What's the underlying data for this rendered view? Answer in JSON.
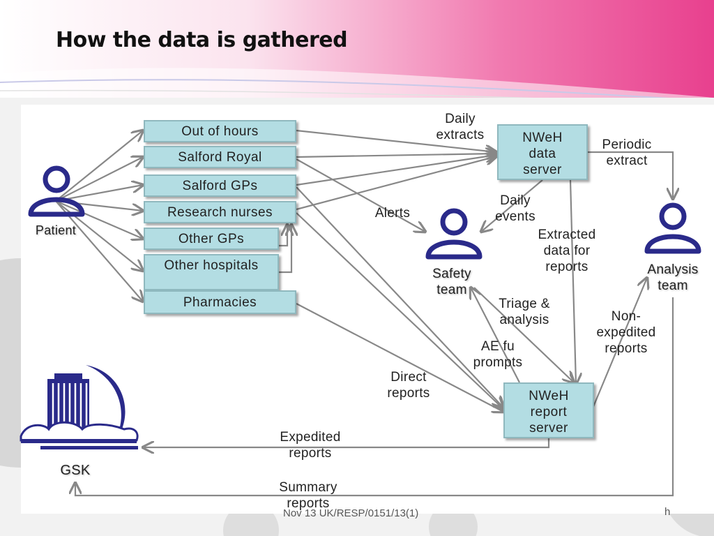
{
  "slide": {
    "title": "How the data is gathered",
    "footer_ref": "Nov 13 UK/RESP/0151/13(1)",
    "footer_page": "h"
  },
  "sources": {
    "out_of_hours": "Out of hours",
    "salford_royal": "Salford  Royal",
    "salford_gps": "Salford  GPs",
    "research_nurses": "Research nurses",
    "other_gps": "Other GPs",
    "other_hospitals": "Other hospitals",
    "pharmacies": "Pharmacies"
  },
  "servers": {
    "data_server": "NWeH\ndata\nserver",
    "report_server": "NWeH\nreport\nserver"
  },
  "actors": {
    "patient": "Patient",
    "safety_team": "Safety\nteam",
    "analysis_team": "Analysis\nteam",
    "gsk": "GSK"
  },
  "flows": {
    "daily_extracts": "Daily\nextracts",
    "periodic_extract": "Periodic\nextract",
    "alerts": "Alerts",
    "daily_events": "Daily\nevents",
    "extracted_data": "Extracted\ndata for\nreports",
    "triage": "Triage &\nanalysis",
    "non_expedited": "Non-\nexpedited\nreports",
    "ae_fu": "AE fu\nprompts",
    "direct_reports": "Direct\nreports",
    "expedited_reports": "Expedited\nreports",
    "summary_reports": "Summary\nreports"
  },
  "colors": {
    "banner_pink": "#e8438f",
    "box_fill": "#b3dde3",
    "actor_navy": "#2a2a8a",
    "arrow_gray": "#888888"
  }
}
